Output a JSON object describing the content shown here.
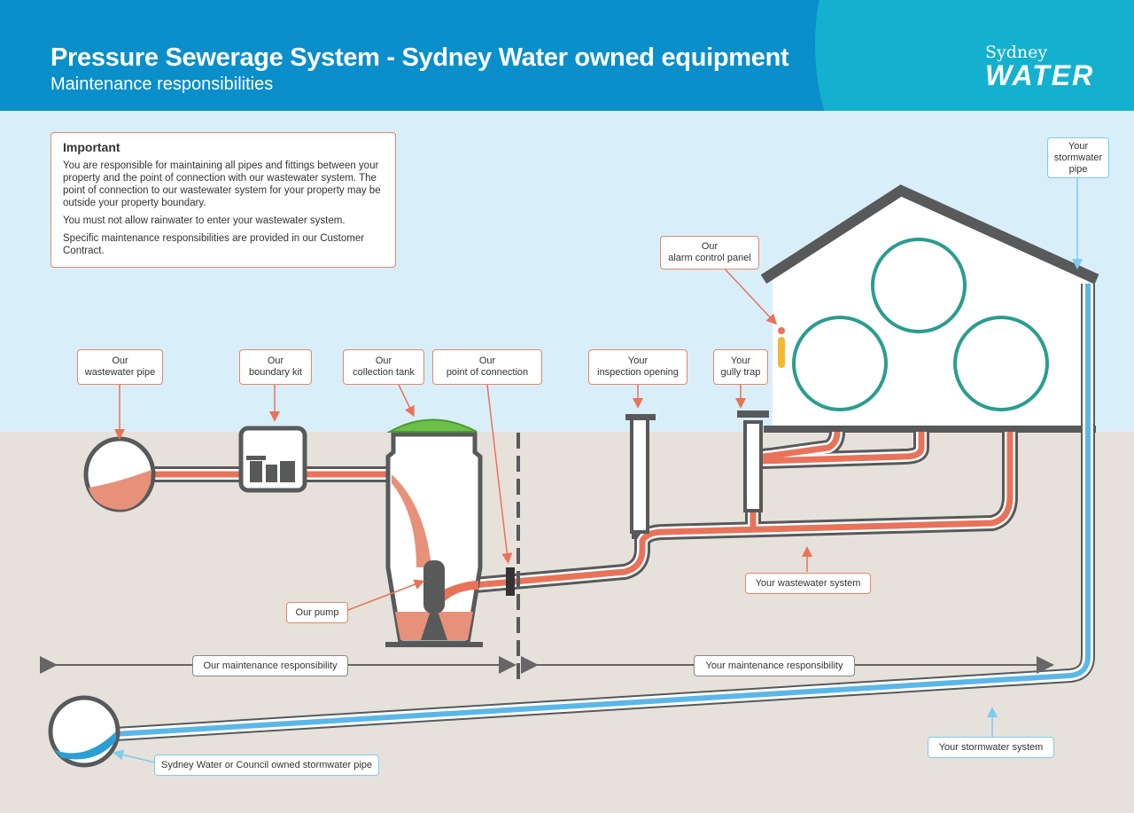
{
  "header": {
    "title": "Pressure Sewerage System - Sydney Water owned equipment",
    "subtitle": "Maintenance responsibilities",
    "logo_line1": "Sydney",
    "logo_line2": "WATER"
  },
  "important": {
    "heading": "Important",
    "paragraphs": [
      "You are responsible for maintaining all pipes and fittings between your property and the point of connection with our wastewater system. The point of connection to our wastewater system for your property may be outside your property boundary.",
      "You must not allow rainwater to enter your wastewater system.",
      "Specific maintenance responsibilities are provided in our Customer Contract."
    ]
  },
  "labels": {
    "wastewater_pipe": [
      "Our",
      "wastewater pipe"
    ],
    "boundary_kit": [
      "Our",
      "boundary kit"
    ],
    "collection_tank": [
      "Our",
      "collection tank"
    ],
    "point_of_connection": [
      "Our",
      "point of connection"
    ],
    "inspection_opening": [
      "Your",
      "inspection opening"
    ],
    "gully_trap": [
      "Your",
      "gully trap"
    ],
    "alarm_panel": [
      "Our",
      "alarm control panel"
    ],
    "stormwater_pipe": [
      "Your",
      "stormwater",
      "pipe"
    ],
    "pump": "Our pump",
    "your_wastewater": "Your wastewater system",
    "our_responsibility": "Our maintenance responsibility",
    "your_responsibility": "Your maintenance responsibility",
    "council_pipe": "Sydney Water or Council owned stormwater pipe",
    "your_stormwater": "Your stormwater system"
  },
  "colors": {
    "header": "#0a8fca",
    "accent": "#13b1cf",
    "wastewater": "#e8735a",
    "stormwater": "#5bb7e8",
    "pipe_outline": "#58595b"
  }
}
